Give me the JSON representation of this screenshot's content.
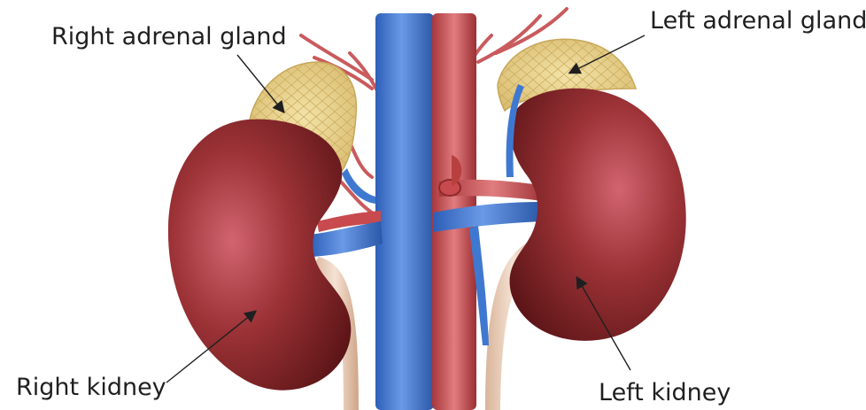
{
  "labels": {
    "right_adrenal_gland": "Right adrenal gland",
    "left_adrenal_gland": "Left adrenal gland",
    "right_kidney": "Right kidney",
    "left_kidney": "Left kidney"
  },
  "colors": {
    "kidney": "#8e2a2c",
    "kidney_highlight": "#d2646f",
    "adrenal": "#e9d28a",
    "vein": "#3f78d0",
    "artery": "#c84a4e",
    "ureter": "#eed2bd",
    "label_text": "#1f1f1f"
  }
}
